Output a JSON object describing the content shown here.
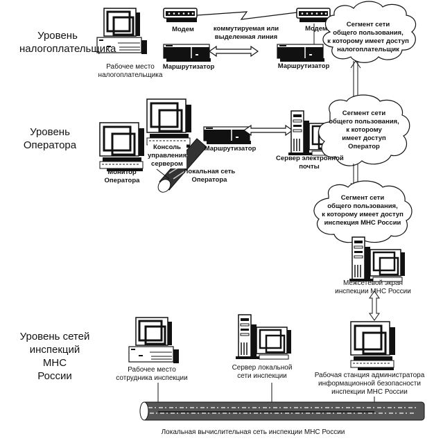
{
  "levels": {
    "taxpayer": [
      "Уровень",
      "налогоплательщика"
    ],
    "operator": [
      "Уровень",
      "Оператора"
    ],
    "inspection": [
      "Уровень сетей",
      "инспекций МНС",
      "России"
    ]
  },
  "taxpayer": {
    "workstation": [
      "Рабочее место",
      "налогоплательщика"
    ],
    "modem_left": "Модем",
    "modem_right": "Модем",
    "router_left": "Маршрутизатор",
    "router_right": "Маршрутизатор",
    "line_label": [
      "коммутируемая или",
      "выделенная линия"
    ],
    "cloud": [
      "Сегмент сети",
      "общего пользования,",
      "к которому имеет доступ",
      "налогоплательщик"
    ]
  },
  "operator": {
    "monitor": [
      "Монитор",
      "Оператора"
    ],
    "console": [
      "Консоль",
      "управления",
      "сервером"
    ],
    "lan": [
      "Локальная сеть",
      "Оператора"
    ],
    "router": "Маршрутизатор",
    "mail_server": [
      "Сервер электронной",
      "почты"
    ],
    "cloud": [
      "Сегмент сети",
      "общего пользования,",
      "к которому",
      "имеет доступ",
      "Оператор"
    ]
  },
  "inspection": {
    "cloud": [
      "Сегмент сети",
      "общего пользования,",
      "к которому имеет доступ",
      "инспекция МНС России"
    ],
    "firewall": [
      "Межсетевой экран",
      "инспекции МНС России"
    ],
    "employee_ws": [
      "Рабочее место",
      "сотрудника инспекции"
    ],
    "lan_server": [
      "Сервер локальной",
      "сети инспекции"
    ],
    "admin_ws": [
      "Рабочая станция  администратора",
      "информационной безопасности",
      "инспекции МНС России"
    ],
    "lan_bus": "Локальная вычислительная сеть  инспекции  МНС России"
  }
}
